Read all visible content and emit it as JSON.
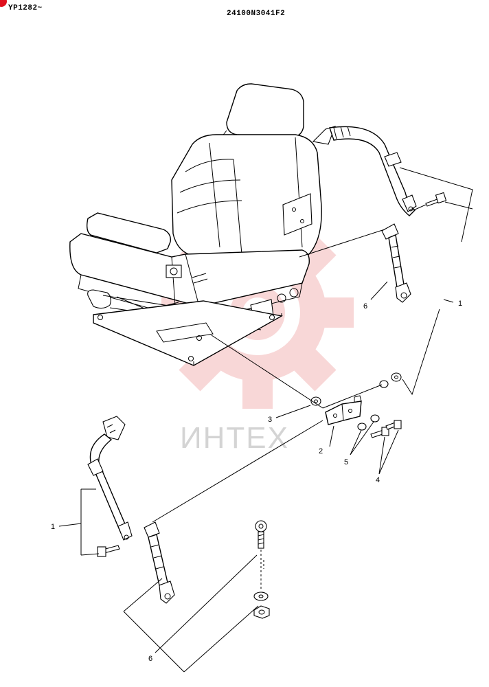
{
  "header": {
    "serial_range": "YP1282~",
    "drawing_code": "24100N3041F2"
  },
  "watermark": {
    "text": "ИНТЕХ",
    "color": "#f4b8b8"
  },
  "callouts": [
    {
      "id": "1a",
      "label": "1"
    },
    {
      "id": "1b",
      "label": "1"
    },
    {
      "id": "2",
      "label": "2"
    },
    {
      "id": "3",
      "label": "3"
    },
    {
      "id": "4",
      "label": "4"
    },
    {
      "id": "5",
      "label": "5"
    },
    {
      "id": "6a",
      "label": "6"
    },
    {
      "id": "6b",
      "label": "6"
    }
  ],
  "colors": {
    "linework": "#000000",
    "corner_mark": "#e0101e"
  }
}
